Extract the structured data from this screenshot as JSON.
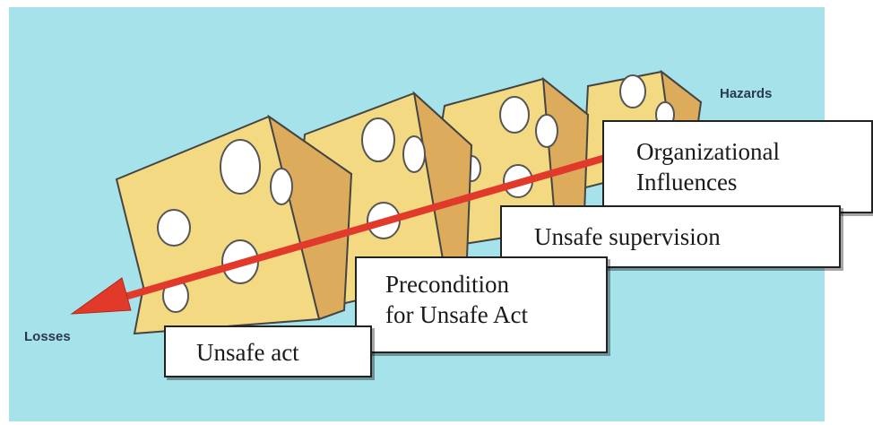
{
  "diagram": {
    "hazards_label": "Hazards",
    "losses_label": "Losses",
    "layers": {
      "organizational": [
        "Organizational",
        "Influences"
      ],
      "supervision": [
        "Unsafe supervision"
      ],
      "precondition": [
        "Precondition",
        "for Unsafe Act"
      ],
      "act": [
        "Unsafe act"
      ]
    }
  },
  "colors": {
    "background": "#a6e2ea",
    "cheese_face": "#f2d982",
    "cheese_side": "#dcab5c",
    "cheese_outline": "#444444",
    "hole": "#ffffff",
    "arrow": "#e23a2a"
  }
}
